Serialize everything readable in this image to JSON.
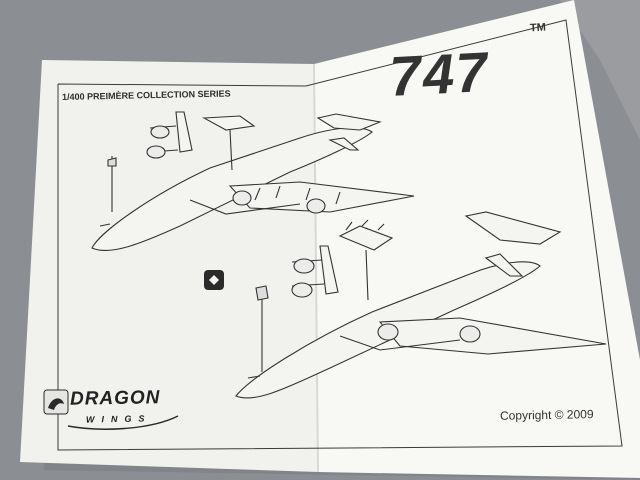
{
  "sheet": {
    "series_label": "1/400 PREIMÈRE COLLECTION SERIES",
    "model": "747",
    "trademark": "TM",
    "copyright": "Copyright © 2009"
  },
  "logo": {
    "brand": "DRAGON",
    "sub": "WINGS"
  },
  "colors": {
    "paper": "#f6f6f3",
    "ink": "#2e2e2e",
    "background": "#8a8d92"
  }
}
